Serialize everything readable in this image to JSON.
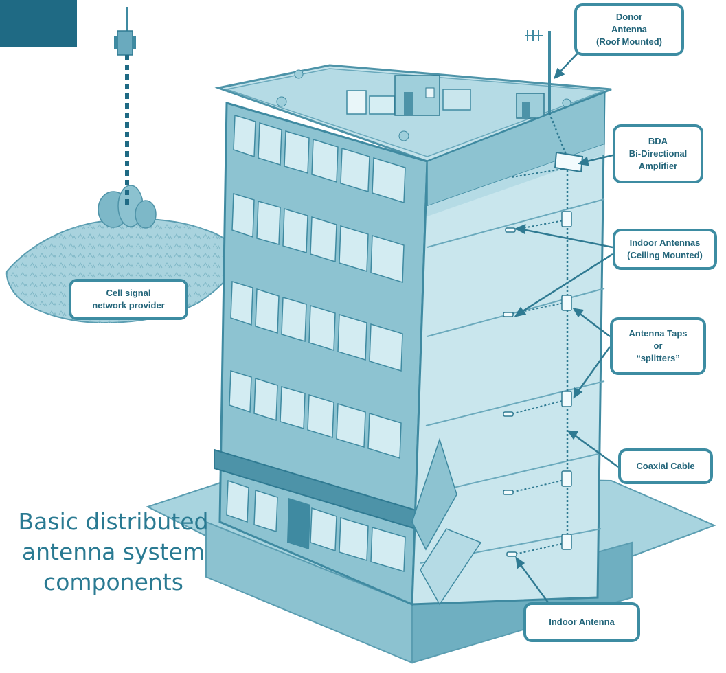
{
  "colors": {
    "accent": "#1f6a84",
    "callout_border": "#3d8ca2",
    "callout_text": "#23657a",
    "building_light": "#c9e6ed",
    "building_mid": "#8dc3d1",
    "building_dark": "#4d93a8"
  },
  "callouts": {
    "donor_antenna": [
      "Donor",
      "Antenna",
      "(Roof Mounted)"
    ],
    "bda": [
      "BDA",
      "Bi-Directional",
      "Amplifier"
    ],
    "indoor_antennas": [
      "Indoor Antennas",
      "(Ceiling Mounted)"
    ],
    "antenna_taps": [
      "Antenna Taps",
      "or",
      "“splitters”"
    ],
    "coaxial_cable": [
      "Coaxial Cable"
    ],
    "indoor_antenna": [
      "Indoor Antenna"
    ],
    "cell_signal": [
      "Cell signal",
      "network provider"
    ]
  },
  "caption": [
    "Basic distributed",
    "antenna system",
    "components"
  ],
  "icons": [
    "cell-tower-icon",
    "donor-antenna-icon",
    "bda-amplifier-icon",
    "ceiling-antenna-icon",
    "splitter-icon"
  ]
}
